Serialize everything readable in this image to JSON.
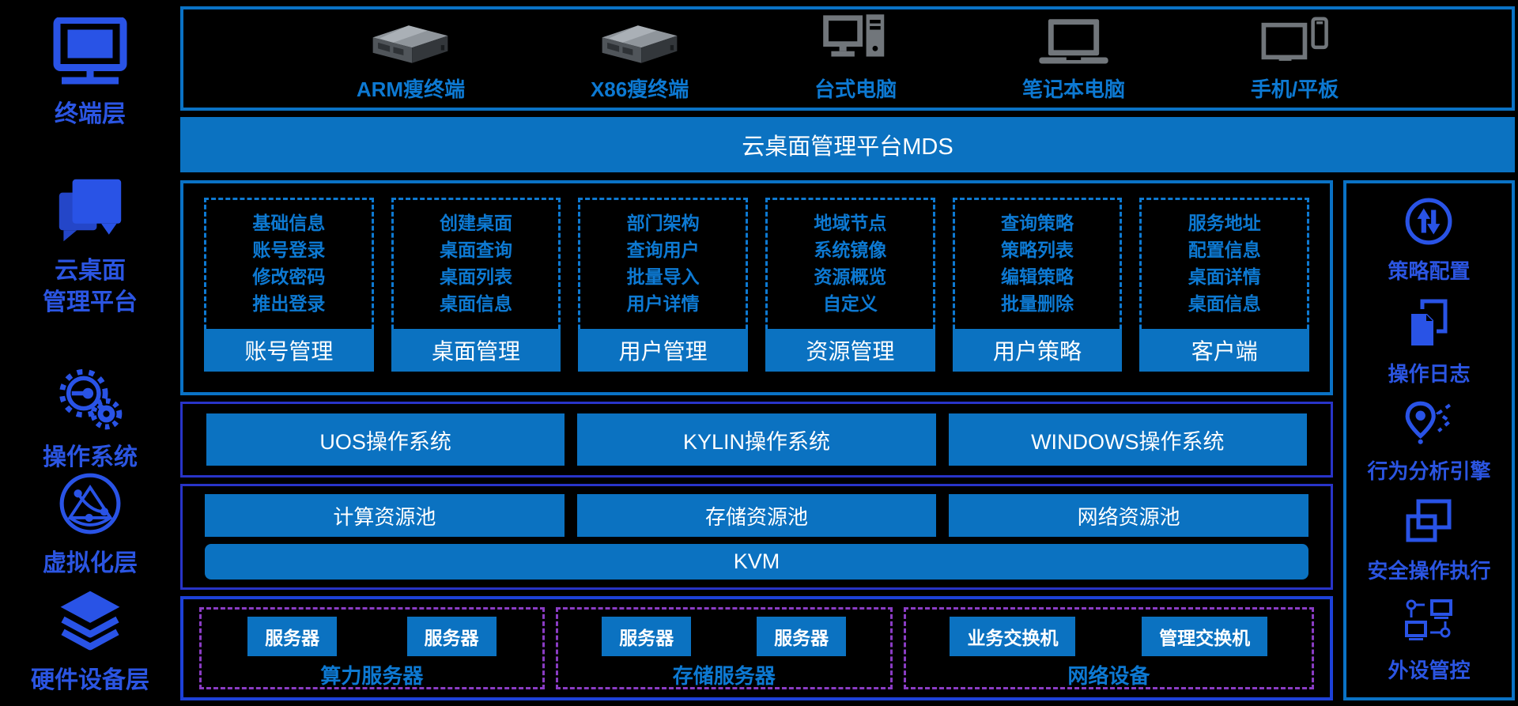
{
  "colors": {
    "background": "#000000",
    "sidebar_text_blue": "#2b55e2",
    "panel_border_blue": "#0a72c5",
    "solid_box_blue": "#0b72c1",
    "dashed_border_text_blue": "#0d79d2",
    "section_border_indigo": "#2834c8",
    "hardware_border_blue": "#1d41d8",
    "hardware_dashed_purple": "#8a3cc4",
    "device_icon_gray": "#71767b",
    "box_text_white": "#ffffff"
  },
  "left_sidebar": {
    "items": [
      {
        "icon": "monitor-icon",
        "lines": [
          "终端层"
        ]
      },
      {
        "icon": "chat-bubbles-icon",
        "lines": [
          "云桌面",
          "管理平台"
        ]
      },
      {
        "icon": "gears-icon",
        "lines": [
          "操作系统"
        ]
      },
      {
        "icon": "network-globe-icon",
        "lines": [
          "虚拟化层"
        ]
      },
      {
        "icon": "layers-icon",
        "lines": [
          "硬件设备层"
        ]
      }
    ]
  },
  "terminal_row": {
    "devices": [
      {
        "icon": "thin-client-icon",
        "label": "ARM瘦终端"
      },
      {
        "icon": "thin-client-icon",
        "label": "X86瘦终端"
      },
      {
        "icon": "desktop-pc-icon",
        "label": "台式电脑"
      },
      {
        "icon": "laptop-icon",
        "label": "笔记本电脑"
      },
      {
        "icon": "phone-tablet-icon",
        "label": "手机/平板"
      }
    ]
  },
  "platform_banner": {
    "title": "云桌面管理平台MDS"
  },
  "modules": [
    {
      "items": [
        "基础信息",
        "账号登录",
        "修改密码",
        "推出登录"
      ],
      "label": "账号管理"
    },
    {
      "items": [
        "创建桌面",
        "桌面查询",
        "桌面列表",
        "桌面信息"
      ],
      "label": "桌面管理"
    },
    {
      "items": [
        "部门架构",
        "查询用户",
        "批量导入",
        "用户详情"
      ],
      "label": "用户管理"
    },
    {
      "items": [
        "地域节点",
        "系统镜像",
        "资源概览",
        "自定义"
      ],
      "label": "资源管理"
    },
    {
      "items": [
        "查询策略",
        "策略列表",
        "编辑策略",
        "批量删除"
      ],
      "label": "用户策略"
    },
    {
      "items": [
        "服务地址",
        "配置信息",
        "桌面详情",
        "桌面信息"
      ],
      "label": "客户端"
    }
  ],
  "os_row": [
    "UOS操作系统",
    "KYLIN操作系统",
    "WINDOWS操作系统"
  ],
  "virtualization": {
    "pools": [
      "计算资源池",
      "存储资源池",
      "网络资源池"
    ],
    "hypervisor": "KVM"
  },
  "hardware": {
    "groups": [
      {
        "devices": [
          "服务器",
          "服务器"
        ],
        "label": "算力服务器"
      },
      {
        "devices": [
          "服务器",
          "服务器"
        ],
        "label": "存储服务器"
      },
      {
        "devices": [
          "业务交换机",
          "管理交换机"
        ],
        "label": "网络设备"
      }
    ]
  },
  "right_sidebar": {
    "items": [
      {
        "icon": "policy-config-icon",
        "label": "策略配置"
      },
      {
        "icon": "operation-log-icon",
        "label": "操作日志"
      },
      {
        "icon": "behavior-analysis-icon",
        "label": "行为分析引擎"
      },
      {
        "icon": "secure-operation-icon",
        "label": "安全操作执行"
      },
      {
        "icon": "peripheral-control-icon",
        "label": "外设管控"
      }
    ]
  }
}
